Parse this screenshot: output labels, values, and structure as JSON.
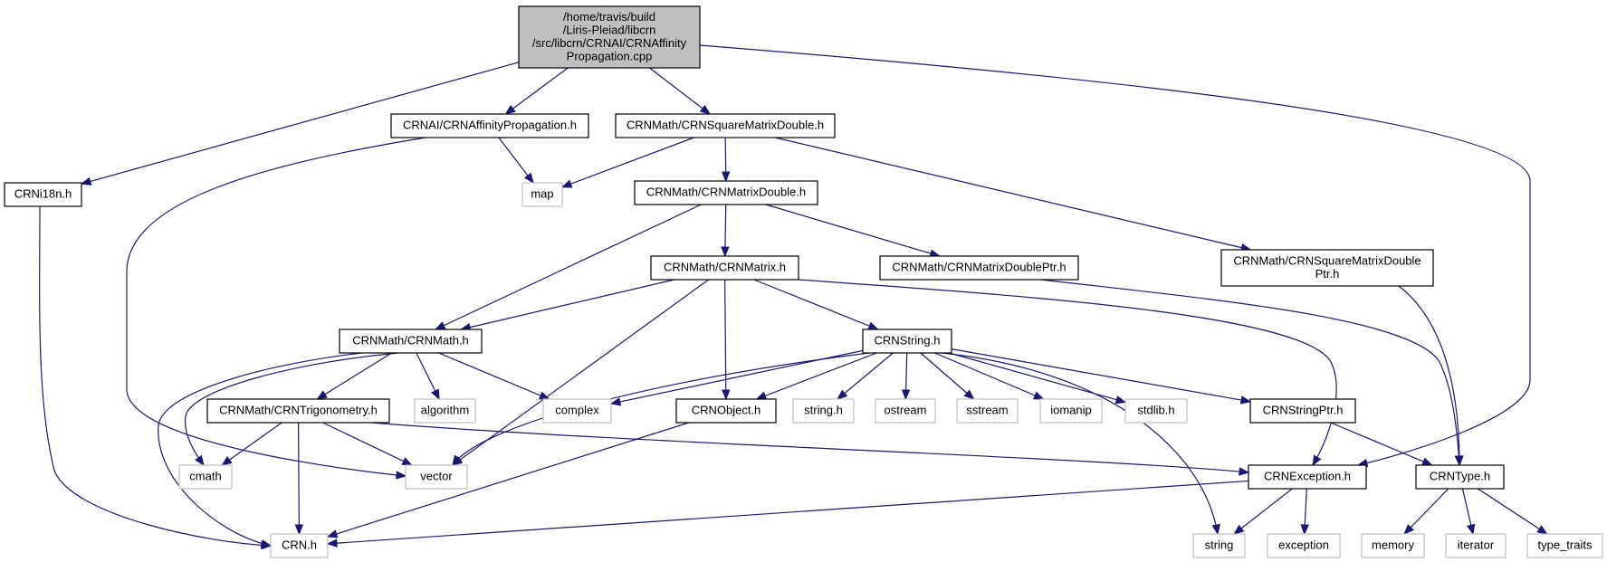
{
  "graph": {
    "nodes": [
      {
        "id": "main",
        "kind": "main",
        "lines": [
          "/home/travis/build",
          "/Liris-Pleiad/libcrn",
          "/src/libcrn/CRNAI/CRNAffinity",
          "Propagation.cpp"
        ]
      },
      {
        "id": "ap_h",
        "kind": "header",
        "lines": [
          "CRNAI/CRNAffinityPropagation.h"
        ]
      },
      {
        "id": "sqmat",
        "kind": "header",
        "lines": [
          "CRNMath/CRNSquareMatrixDouble.h"
        ]
      },
      {
        "id": "i18n",
        "kind": "header",
        "lines": [
          "CRNi18n.h"
        ]
      },
      {
        "id": "map",
        "kind": "system",
        "lines": [
          "map"
        ]
      },
      {
        "id": "matdbl",
        "kind": "header",
        "lines": [
          "CRNMath/CRNMatrixDouble.h"
        ]
      },
      {
        "id": "sqmatptr",
        "kind": "header",
        "lines": [
          "CRNMath/CRNSquareMatrixDouble",
          "Ptr.h"
        ]
      },
      {
        "id": "matrix",
        "kind": "header",
        "lines": [
          "CRNMath/CRNMatrix.h"
        ]
      },
      {
        "id": "matdblptr",
        "kind": "header",
        "lines": [
          "CRNMath/CRNMatrixDoublePtr.h"
        ]
      },
      {
        "id": "crnmath",
        "kind": "header",
        "lines": [
          "CRNMath/CRNMath.h"
        ]
      },
      {
        "id": "crnstring",
        "kind": "header",
        "lines": [
          "CRNString.h"
        ]
      },
      {
        "id": "trig",
        "kind": "header",
        "lines": [
          "CRNMath/CRNTrigonometry.h"
        ]
      },
      {
        "id": "algorithm",
        "kind": "system",
        "lines": [
          "algorithm"
        ]
      },
      {
        "id": "complex",
        "kind": "system",
        "lines": [
          "complex"
        ]
      },
      {
        "id": "crnobject",
        "kind": "header",
        "lines": [
          "CRNObject.h"
        ]
      },
      {
        "id": "stringh",
        "kind": "system",
        "lines": [
          "string.h"
        ]
      },
      {
        "id": "ostream",
        "kind": "system",
        "lines": [
          "ostream"
        ]
      },
      {
        "id": "sstream",
        "kind": "system",
        "lines": [
          "sstream"
        ]
      },
      {
        "id": "iomanip",
        "kind": "system",
        "lines": [
          "iomanip"
        ]
      },
      {
        "id": "stdlib",
        "kind": "system",
        "lines": [
          "stdlib.h"
        ]
      },
      {
        "id": "stringptr",
        "kind": "header",
        "lines": [
          "CRNStringPtr.h"
        ]
      },
      {
        "id": "cmath",
        "kind": "system",
        "lines": [
          "cmath"
        ]
      },
      {
        "id": "vector",
        "kind": "system",
        "lines": [
          "vector"
        ]
      },
      {
        "id": "exception_h",
        "kind": "header",
        "lines": [
          "CRNException.h"
        ]
      },
      {
        "id": "crntype",
        "kind": "header",
        "lines": [
          "CRNType.h"
        ]
      },
      {
        "id": "crn_h",
        "kind": "system",
        "lines": [
          "CRN.h"
        ]
      },
      {
        "id": "string",
        "kind": "system",
        "lines": [
          "string"
        ]
      },
      {
        "id": "exception",
        "kind": "system",
        "lines": [
          "exception"
        ]
      },
      {
        "id": "memory",
        "kind": "system",
        "lines": [
          "memory"
        ]
      },
      {
        "id": "iterator",
        "kind": "system",
        "lines": [
          "iterator"
        ]
      },
      {
        "id": "type_traits",
        "kind": "system",
        "lines": [
          "type_traits"
        ]
      }
    ],
    "edges": [
      [
        "main",
        "ap_h"
      ],
      [
        "main",
        "sqmat"
      ],
      [
        "main",
        "i18n"
      ],
      [
        "main",
        "exception_h"
      ],
      [
        "ap_h",
        "map"
      ],
      [
        "ap_h",
        "vector"
      ],
      [
        "sqmat",
        "map"
      ],
      [
        "sqmat",
        "matdbl"
      ],
      [
        "sqmat",
        "sqmatptr"
      ],
      [
        "i18n",
        "crn_h"
      ],
      [
        "matdbl",
        "matrix"
      ],
      [
        "matdbl",
        "matdblptr"
      ],
      [
        "matdbl",
        "crnmath"
      ],
      [
        "sqmatptr",
        "crntype"
      ],
      [
        "matdblptr",
        "crntype"
      ],
      [
        "matrix",
        "crnmath"
      ],
      [
        "matrix",
        "crnstring"
      ],
      [
        "matrix",
        "crnobject"
      ],
      [
        "matrix",
        "vector"
      ],
      [
        "matrix",
        "exception_h"
      ],
      [
        "crnmath",
        "trig"
      ],
      [
        "crnmath",
        "algorithm"
      ],
      [
        "crnmath",
        "complex"
      ],
      [
        "crnmath",
        "cmath"
      ],
      [
        "crnmath",
        "crn_h"
      ],
      [
        "crnstring",
        "complex"
      ],
      [
        "crnstring",
        "crnobject"
      ],
      [
        "crnstring",
        "stringh"
      ],
      [
        "crnstring",
        "ostream"
      ],
      [
        "crnstring",
        "sstream"
      ],
      [
        "crnstring",
        "iomanip"
      ],
      [
        "crnstring",
        "stdlib"
      ],
      [
        "crnstring",
        "stringptr"
      ],
      [
        "crnstring",
        "vector"
      ],
      [
        "crnstring",
        "string"
      ],
      [
        "trig",
        "cmath"
      ],
      [
        "trig",
        "vector"
      ],
      [
        "trig",
        "crn_h"
      ],
      [
        "trig",
        "exception_h"
      ],
      [
        "crnobject",
        "crn_h"
      ],
      [
        "stringptr",
        "crntype"
      ],
      [
        "exception_h",
        "crn_h"
      ],
      [
        "exception_h",
        "string"
      ],
      [
        "exception_h",
        "exception"
      ],
      [
        "crntype",
        "memory"
      ],
      [
        "crntype",
        "iterator"
      ],
      [
        "crntype",
        "type_traits"
      ]
    ]
  },
  "colors": {
    "edge": "#191970",
    "main_fill": "#bfbfbf",
    "header_border": "#000000",
    "system_border": "#bfbfbf",
    "background": "#ffffff"
  }
}
